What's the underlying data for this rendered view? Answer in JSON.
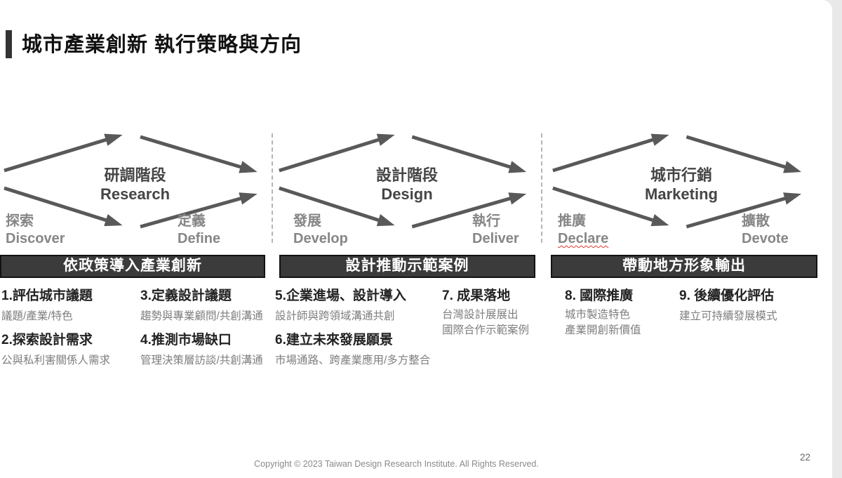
{
  "header": {
    "title": "城市產業創新 執行策略與方向"
  },
  "phases": [
    {
      "stage_zh": "研調階段",
      "stage_en": "Research",
      "left_zh": "探索",
      "left_en": "Discover",
      "right_zh": "定義",
      "right_en": "Define",
      "banner": "依政策導入產業創新"
    },
    {
      "stage_zh": "設計階段",
      "stage_en": "Design",
      "left_zh": "發展",
      "left_en": "Develop",
      "right_zh": "執行",
      "right_en": "Deliver",
      "banner": "設計推動示範案例"
    },
    {
      "stage_zh": "城市行銷",
      "stage_en": "Marketing",
      "left_zh": "推廣",
      "left_en": "Declare",
      "right_zh": "擴散",
      "right_en": "Devote",
      "banner": "帶動地方形象輸出"
    }
  ],
  "items": [
    {
      "title": "1.評估城市議題",
      "sub_lines": [
        "議題/產業/特色"
      ]
    },
    {
      "title": "2.探索設計需求",
      "sub_lines": [
        "公與私利害關係人需求"
      ]
    },
    {
      "title": "3.定義設計議題",
      "sub_lines": [
        "趨勢與專業顧問/共創溝通"
      ]
    },
    {
      "title": "4.推測市場缺口",
      "sub_lines": [
        "管理決策層訪談/共創溝通"
      ]
    },
    {
      "title": "5.企業進場、設計導入",
      "sub_lines": [
        "設計師與跨領域溝通共創"
      ]
    },
    {
      "title": "6.建立未來發展願景",
      "sub_lines": [
        "市場通路、跨產業應用/多方整合"
      ]
    },
    {
      "title": "7. 成果落地",
      "sub_lines": [
        "台灣設計展展出",
        "國際合作示範案例"
      ]
    },
    {
      "title": "8. 國際推廣",
      "sub_lines": [
        "城市製造特色",
        "產業開創新價值"
      ]
    },
    {
      "title": "9. 後續優化評估",
      "sub_lines": [
        "建立可持續發展模式"
      ]
    }
  ],
  "footer": {
    "copyright": "Copyright © 2023 Taiwan Design Research Institute. All Rights Reserved.",
    "page_number": "22"
  },
  "colors": {
    "arrow": "#595959",
    "banner_background": "#3b3b3b",
    "banner_text": "#ffffff",
    "phase_label": "#868686",
    "spellcheck_underline": "#d83a2e"
  }
}
